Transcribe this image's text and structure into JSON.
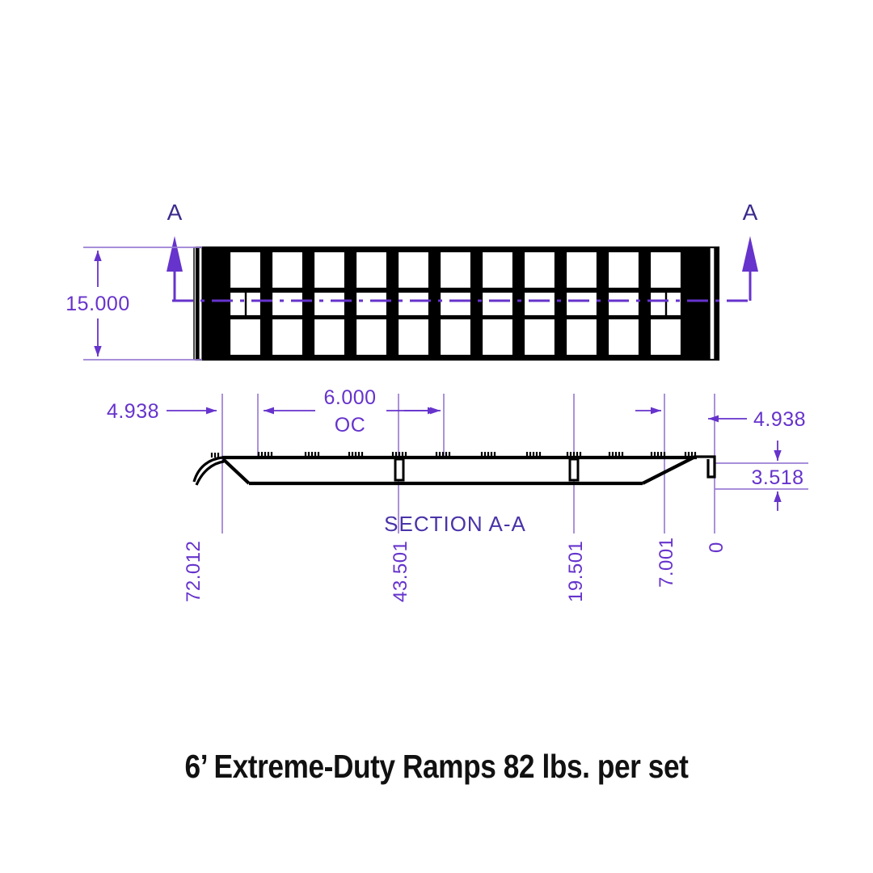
{
  "drawing": {
    "caption": "6’ Extreme-Duty Ramps 82 lbs. per set",
    "accent_color": "#6633CC",
    "line_color": "#000000",
    "background": "#ffffff",
    "section_label": "SECTION A-A",
    "section_arrow_left_letter": "A",
    "section_arrow_right_letter": "A",
    "dimensions": {
      "height_overall": "15.000",
      "left_offset": "4.938",
      "right_offset": "4.938",
      "spacing_oc_value": "6.000",
      "spacing_oc_unit": "OC",
      "section_height": "3.518"
    },
    "station_labels": [
      "72.012",
      "43.501",
      "19.501",
      "7.001",
      "0"
    ],
    "top_view": {
      "name": "plan-view",
      "rung_count": 11
    }
  }
}
